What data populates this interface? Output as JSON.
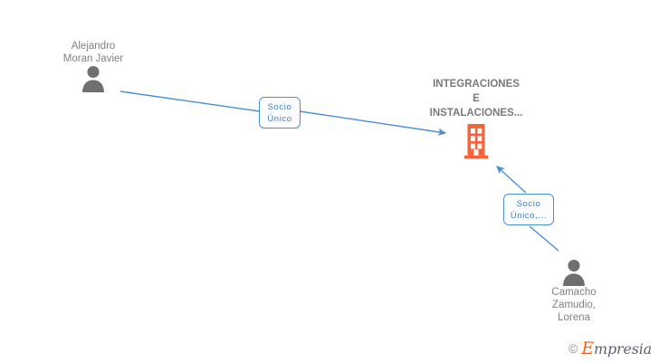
{
  "diagram": {
    "background": "#ffffff",
    "edge_color": "#4a90d9",
    "person_color": "#808080",
    "company_color": "#f4633a",
    "nodes": {
      "person_top": {
        "icon": "person-icon",
        "label": "Alejandro\nMoran Javier"
      },
      "company": {
        "icon": "building-icon",
        "title": "INTEGRACIONES\nE\nINSTALACIONES..."
      },
      "person_bottom": {
        "icon": "person-icon",
        "label": "Camacho\nZamudio,\nLorena"
      }
    },
    "edges": [
      {
        "from": "person_top",
        "to": "company",
        "label": "Socio\nÚnico"
      },
      {
        "from": "person_bottom",
        "to": "company",
        "label": "Socio\nÚnico,..."
      }
    ]
  },
  "watermark": {
    "copyright": "©",
    "brand_initial": "E",
    "brand_rest": "mpresia"
  }
}
